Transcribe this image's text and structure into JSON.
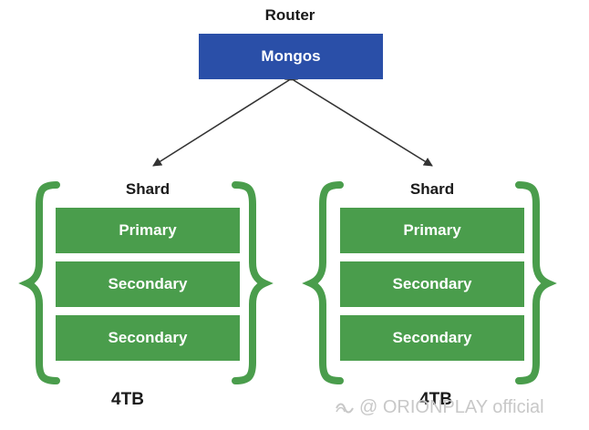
{
  "router": {
    "label": "Router",
    "box_label": "Mongos"
  },
  "shards": [
    {
      "label": "Shard",
      "members": [
        "Primary",
        "Secondary",
        "Secondary"
      ],
      "capacity": "4TB"
    },
    {
      "label": "Shard",
      "members": [
        "Primary",
        "Secondary",
        "Secondary"
      ],
      "capacity": "4TB"
    }
  ],
  "watermark": "@ ORIONPLAY official",
  "colors": {
    "router": "#2a4fa8",
    "node": "#4a9d4c",
    "brace": "#4a9d4c",
    "arrow": "#333333"
  }
}
